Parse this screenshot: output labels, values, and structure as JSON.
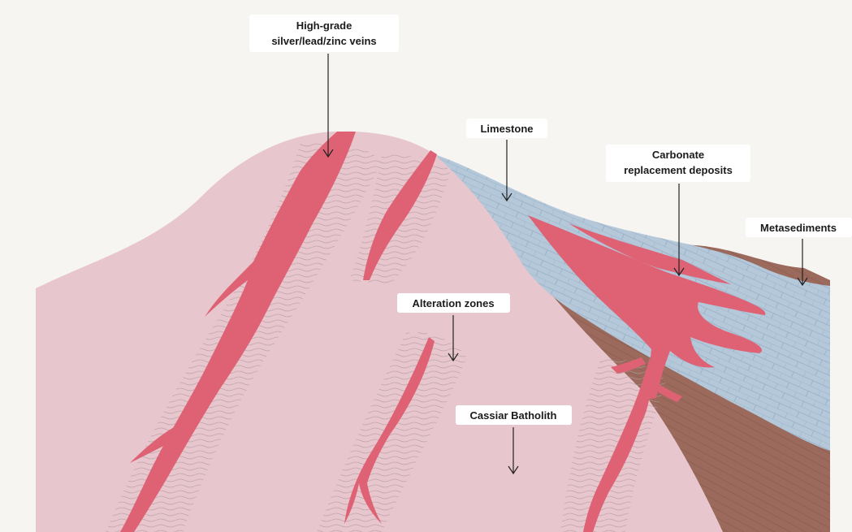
{
  "diagram": {
    "labels": {
      "veins_line1": "High-grade",
      "veins_line2": "silver/lead/zinc veins",
      "limestone": "Limestone",
      "carbonate_line1": "Carbonate",
      "carbonate_line2": "replacement deposits",
      "metasediments": "Metasediments",
      "alteration": "Alteration zones",
      "batholith": "Cassiar Batholith"
    },
    "colors": {
      "background": "#f7f5f2",
      "batholith": "#e8c6cd",
      "vein": "#df6274",
      "limestone": "#b4c8da",
      "metasediments": "#9b6a5c",
      "alteration_lines": "#b09aa0",
      "label_box": "#ffffff",
      "arrow": "#222222"
    }
  }
}
